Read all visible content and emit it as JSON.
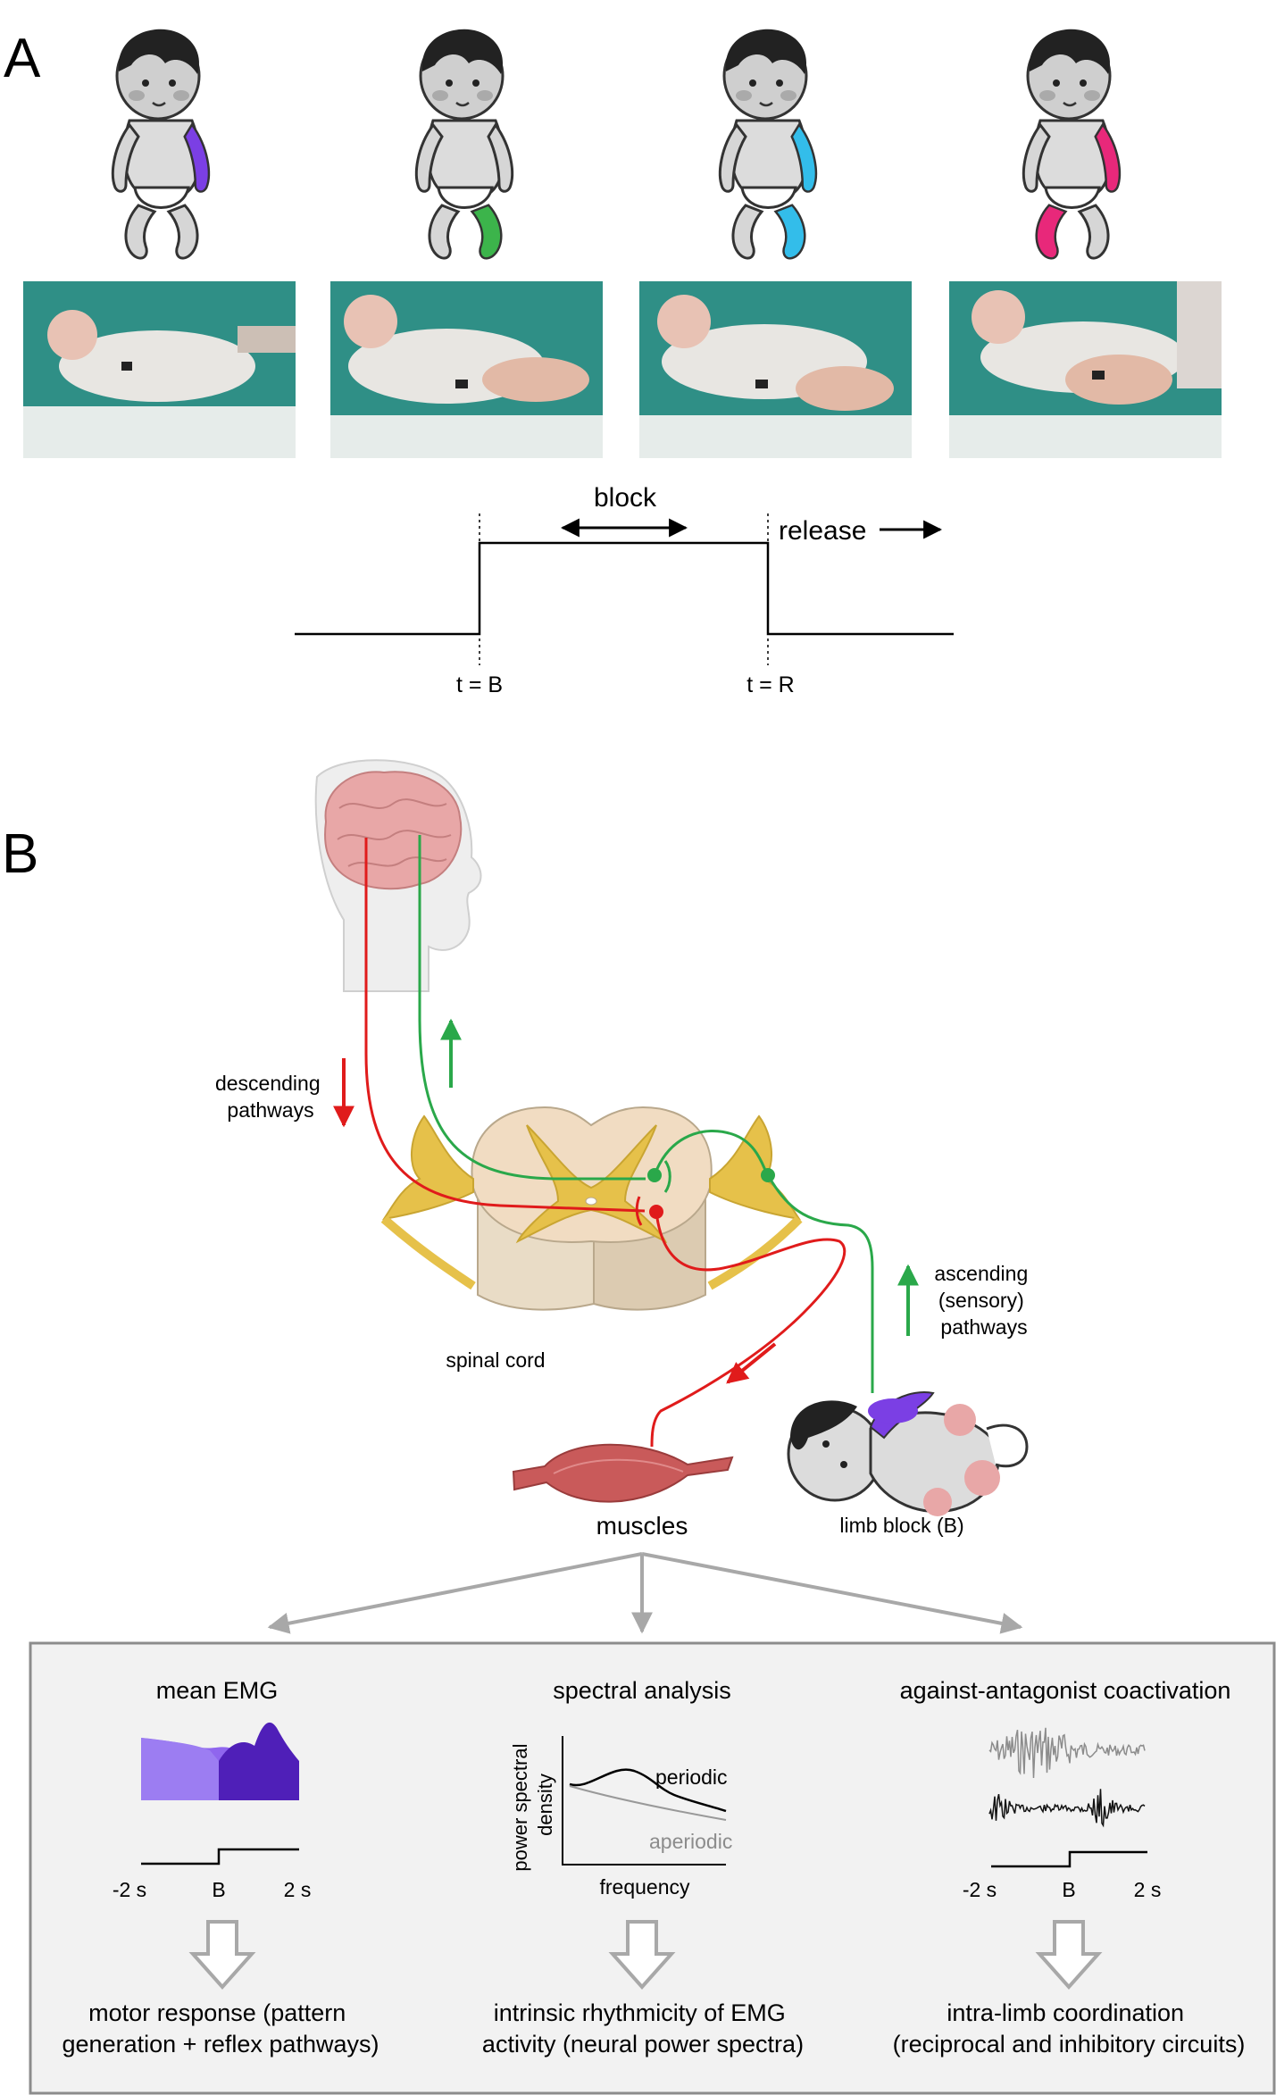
{
  "panelA": {
    "label": "A",
    "infants": [
      {
        "highlight": "left-arm",
        "color": "#7b3fe4"
      },
      {
        "highlight": "left-leg",
        "color": "#3cb44b"
      },
      {
        "highlight": "arm-and-leg",
        "color": "#33bdea"
      },
      {
        "highlight": "arm-and-leg",
        "color": "#e8287a"
      }
    ],
    "timeline": {
      "block": "block",
      "release": "release",
      "tB": "t = B",
      "tR": "t = R"
    }
  },
  "panelB": {
    "label": "B",
    "descending": [
      "descending",
      "pathways"
    ],
    "ascending": [
      "ascending",
      "(sensory)",
      "pathways"
    ],
    "spinal_cord": "spinal cord",
    "muscles": "muscles",
    "limb_block": "limb block (B)",
    "colors": {
      "descending": "#e01b1b",
      "ascending": "#2aa84a",
      "arrow_gray": "#a8a8a8",
      "box_bg": "#f2f2f2"
    },
    "analyses": [
      {
        "title": "mean EMG",
        "ticks": [
          "-2 s",
          "B",
          "2 s"
        ],
        "result": [
          "motor response (pattern",
          "generation + reflex pathways)"
        ]
      },
      {
        "title": "spectral analysis",
        "ylabel": [
          "power spectral",
          "density"
        ],
        "xlabel": "frequency",
        "periodic": "periodic",
        "aperiodic": "aperiodic",
        "result": [
          "intrinsic rhythmicity of EMG",
          "activity (neural power spectra)"
        ]
      },
      {
        "title": "against-antagonist coactivation",
        "ticks": [
          "-2 s",
          "B",
          "2 s"
        ],
        "result": [
          "intra-limb coordination",
          "(reciprocal and inhibitory circuits)"
        ]
      }
    ]
  }
}
